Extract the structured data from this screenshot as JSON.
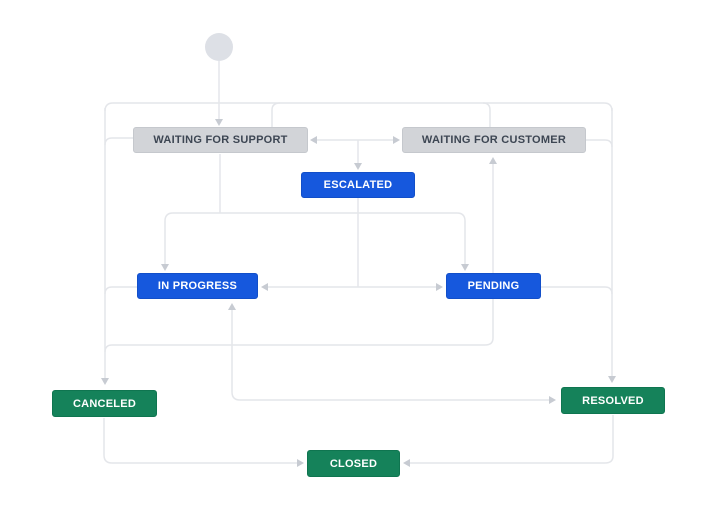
{
  "workflow": {
    "statuses": [
      {
        "id": "waiting-for-support",
        "label": "WAITING FOR SUPPORT",
        "category": "gray"
      },
      {
        "id": "waiting-for-customer",
        "label": "WAITING FOR CUSTOMER",
        "category": "gray"
      },
      {
        "id": "escalated",
        "label": "ESCALATED",
        "category": "blue"
      },
      {
        "id": "in-progress",
        "label": "IN PROGRESS",
        "category": "blue"
      },
      {
        "id": "pending",
        "label": "PENDING",
        "category": "blue"
      },
      {
        "id": "canceled",
        "label": "CANCELED",
        "category": "green"
      },
      {
        "id": "resolved",
        "label": "RESOLVED",
        "category": "green"
      },
      {
        "id": "closed",
        "label": "CLOSED",
        "category": "green"
      }
    ],
    "start_node": {
      "id": "start",
      "shape": "circle"
    },
    "transitions": [
      {
        "from": "start",
        "to": "waiting-for-support",
        "style": "arrow"
      },
      {
        "from": "waiting-for-support",
        "to": "waiting-for-customer",
        "style": "bidirectional"
      },
      {
        "from": "waiting-for-support,waiting-for-customer",
        "to": "escalated",
        "style": "arrow"
      },
      {
        "from": "waiting-for-support",
        "to": "in-progress",
        "style": "arrow"
      },
      {
        "from": "waiting-for-support",
        "to": "pending",
        "style": "arrow"
      },
      {
        "from": "escalated",
        "to": "in-progress,pending",
        "style": "arrow"
      },
      {
        "from": "in-progress",
        "to": "pending",
        "style": "bidirectional"
      },
      {
        "from": "pending",
        "to": "waiting-for-customer",
        "style": "arrow"
      },
      {
        "from": "waiting-for-support",
        "to": "resolved",
        "style": "arrow"
      },
      {
        "from": "waiting-for-customer",
        "to": "resolved",
        "style": "arrow"
      },
      {
        "from": "pending",
        "to": "resolved",
        "style": "arrow"
      },
      {
        "from": "in-progress",
        "to": "resolved",
        "style": "bidirectional"
      },
      {
        "from": "waiting-for-support",
        "to": "canceled",
        "style": "arrow"
      },
      {
        "from": "in-progress",
        "to": "canceled",
        "style": "arrow"
      },
      {
        "from": "pending",
        "to": "canceled",
        "style": "arrow"
      },
      {
        "from": "canceled",
        "to": "closed",
        "style": "arrow"
      },
      {
        "from": "resolved",
        "to": "closed",
        "style": "arrow"
      }
    ],
    "colors": {
      "gray_status_bg": "#d2d4d8",
      "gray_status_text": "#3d4653",
      "blue_status_bg": "#1658dd",
      "green_status_bg": "#15825a",
      "status_text_light": "#ffffff",
      "connector_line": "#e4e6ea",
      "arrowhead": "#c7cbd2",
      "start_node_fill": "#dde0e6",
      "canvas_bg": "#ffffff"
    }
  }
}
